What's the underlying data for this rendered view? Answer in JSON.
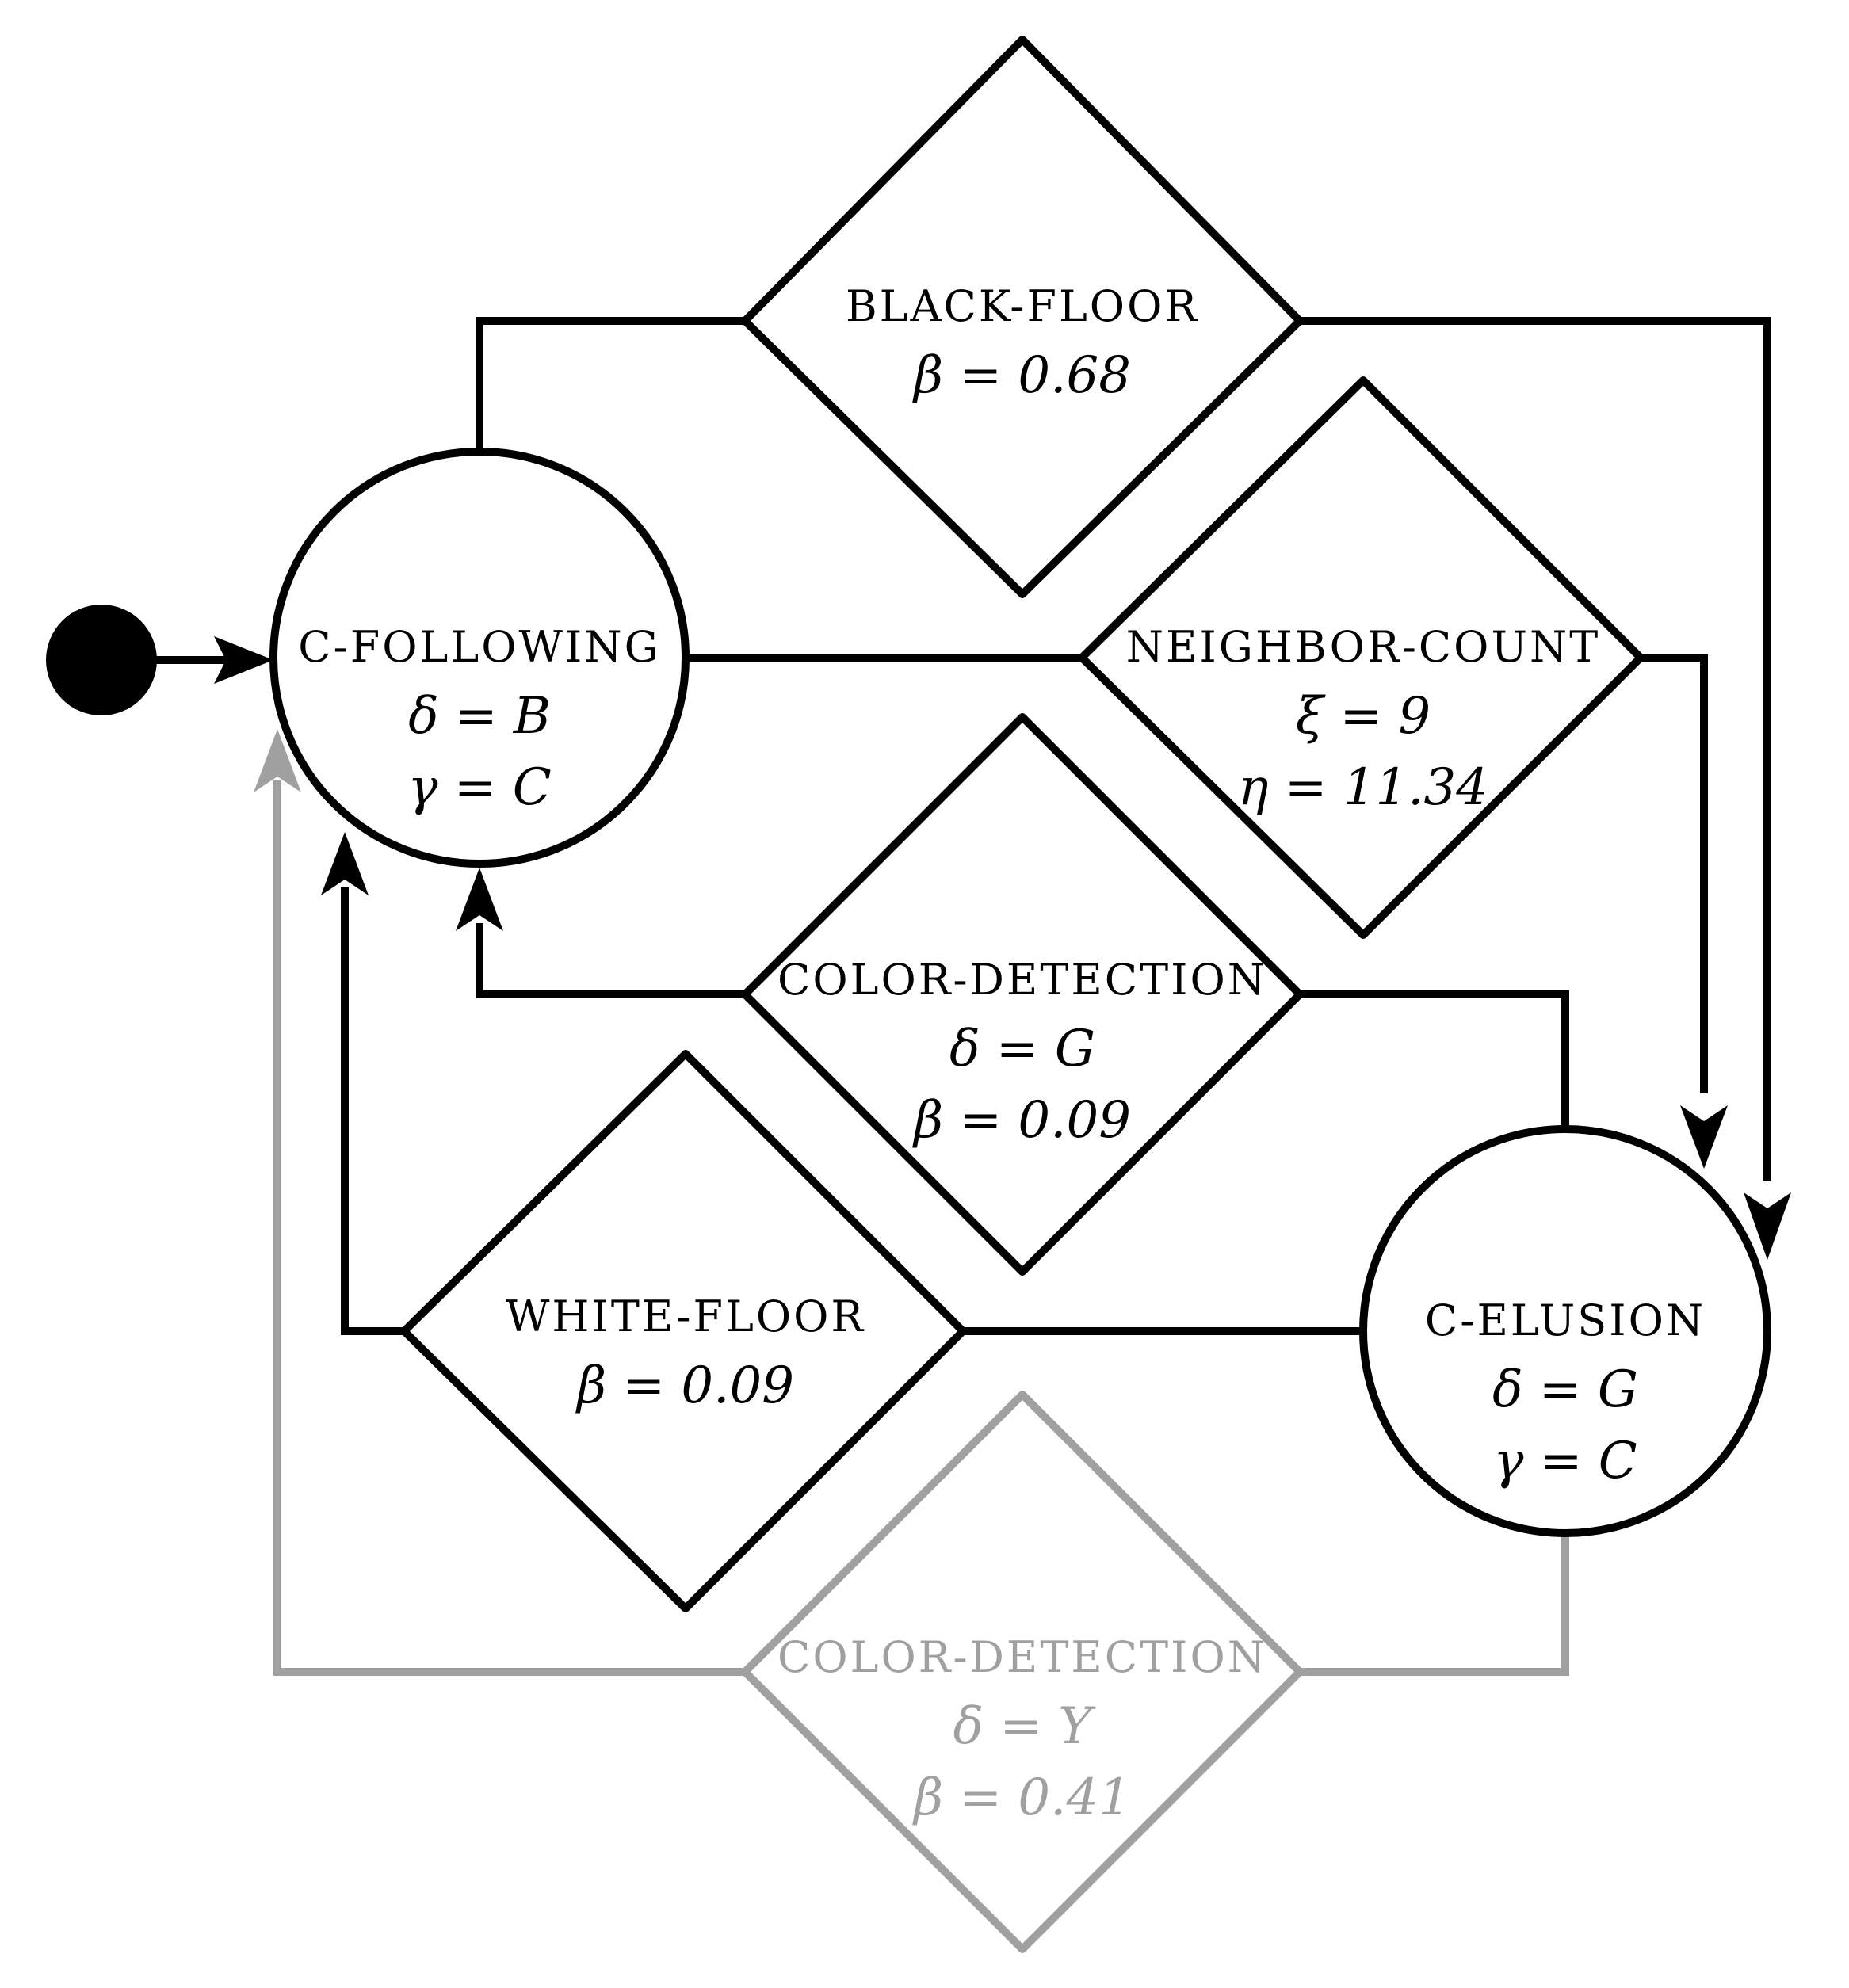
{
  "colors": {
    "active": "#000000",
    "inactive": "#a0a0a0"
  },
  "states": {
    "following": {
      "title": "C-FOLLOWING",
      "line1": "δ = B",
      "line2": "γ = C"
    },
    "elusion": {
      "title": "C-ELUSION",
      "line1": "δ = G",
      "line2": "γ = C"
    }
  },
  "conditions": {
    "black_floor": {
      "title": "BLACK-FLOOR",
      "line1": "β = 0.68"
    },
    "neighbor_count": {
      "title": "NEIGHBOR-COUNT",
      "line1": "ξ = 9",
      "line2": "η = 11.34"
    },
    "color_detection_g": {
      "title": "COLOR-DETECTION",
      "line1": "δ = G",
      "line2": "β = 0.09"
    },
    "white_floor": {
      "title": "WHITE-FLOOR",
      "line1": "β = 0.09"
    },
    "color_detection_y": {
      "title": "COLOR-DETECTION",
      "line1": "δ = Y",
      "line2": "β = 0.41"
    }
  }
}
